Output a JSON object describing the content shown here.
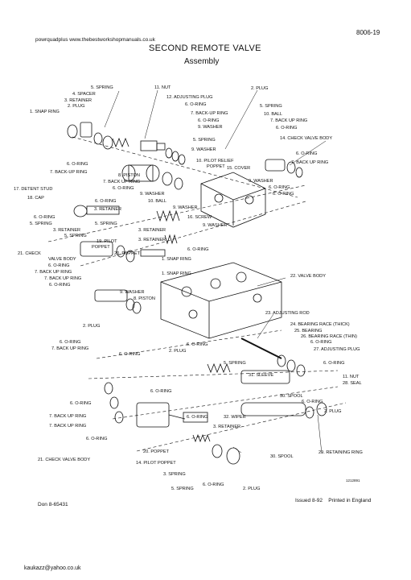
{
  "doc_number": "8006-19",
  "watermark_top": "powrquadplus www.thebestworkshopmanuals.co.uk",
  "title": "SECOND REMOTE VALVE",
  "subtitle": "Assembly",
  "footer_left": "Don 8-65431",
  "footer_right": "Issued 8-92    Printed in England",
  "figure_id": "1212891",
  "watermark_bottom": "kaukazz@yahoo.co.uk",
  "labels": [
    "5. SPRING",
    "4. SPACER",
    "3. RETAINER",
    "2. PLUG",
    "1. SNAP RING",
    "11. NUT",
    "12. ADJUSTING PLUG",
    "6. O-RING",
    "7. BACK-UP RING",
    "6. O-RING",
    "9. WASHER",
    "2. PLUG",
    "5. SPRING",
    "10. BALL",
    "7. BACK UP RING",
    "6. O-RING",
    "14. CHECK VALVE BODY",
    "6. O-RING",
    "7. BACK UP RING",
    "5. SPRING",
    "9. WASHER",
    "10. PILOT RELIEF",
    "POPPET",
    "15. COVER",
    "9. WASHER",
    "6. O-RING",
    "6. O-RING",
    "6. O-RING",
    "7. BACK-UP RING",
    "8. PISTON",
    "7. BACK UP RING",
    "6. O-RING",
    "17. DETENT STUD",
    "9. WASHER",
    "18. CAP",
    "6. O-RING",
    "10. BALL",
    "3. RETAINER",
    "9. WASHER",
    "6. O-RING",
    "5. SPRING",
    "16. SCREW",
    "5. SPRING",
    "9. WASHER",
    "3. RETAINER",
    "3. RETAINER",
    "5. SPRING",
    "3. RETAINER",
    "19. PILOT",
    "POPPET",
    "21. CHECK",
    "VALVE BODY",
    "20. POPPET",
    "6. O-RING",
    "1. SNAP RING",
    "6. O-RING",
    "7. BACK UP RING",
    "7. BACK UP RING",
    "6. O-RING",
    "1. SNAP RING",
    "22. VALVE BODY",
    "9. WASHER",
    "8. PISTON",
    "23. ADJUSTING ROD",
    "2. PLUG",
    "24. BEARING RACE (THICK)",
    "25. BEARING",
    "26. BEARING RACE (THIN)",
    "6. O-RING",
    "27. ADJUSTING PLUG",
    "6. O-RING",
    "7. BACK UP RING",
    "6. O-RING",
    "2. PLUG",
    "6. O-RING",
    "5. SPRING",
    "31. SLEEVE",
    "6. O-RING",
    "11. NUT",
    "28. SEAL",
    "6. O-RING",
    "30. SPOOL",
    "6. O-RING",
    "6. O-RING",
    "2. PLUG",
    "7. BACK UP RING",
    "6. O-RING",
    "32. WIPER",
    "7. BACK UP RING",
    "3. RETAINER",
    "6. O-RING",
    "20. POPPET",
    "21. CHECK VALVE BODY",
    "14. PILOT POPPET",
    "30. SPOOL",
    "29. RETAINING RING",
    "3. SPRING",
    "6. O-RING",
    "5. SPRING",
    "2. PLUG"
  ]
}
